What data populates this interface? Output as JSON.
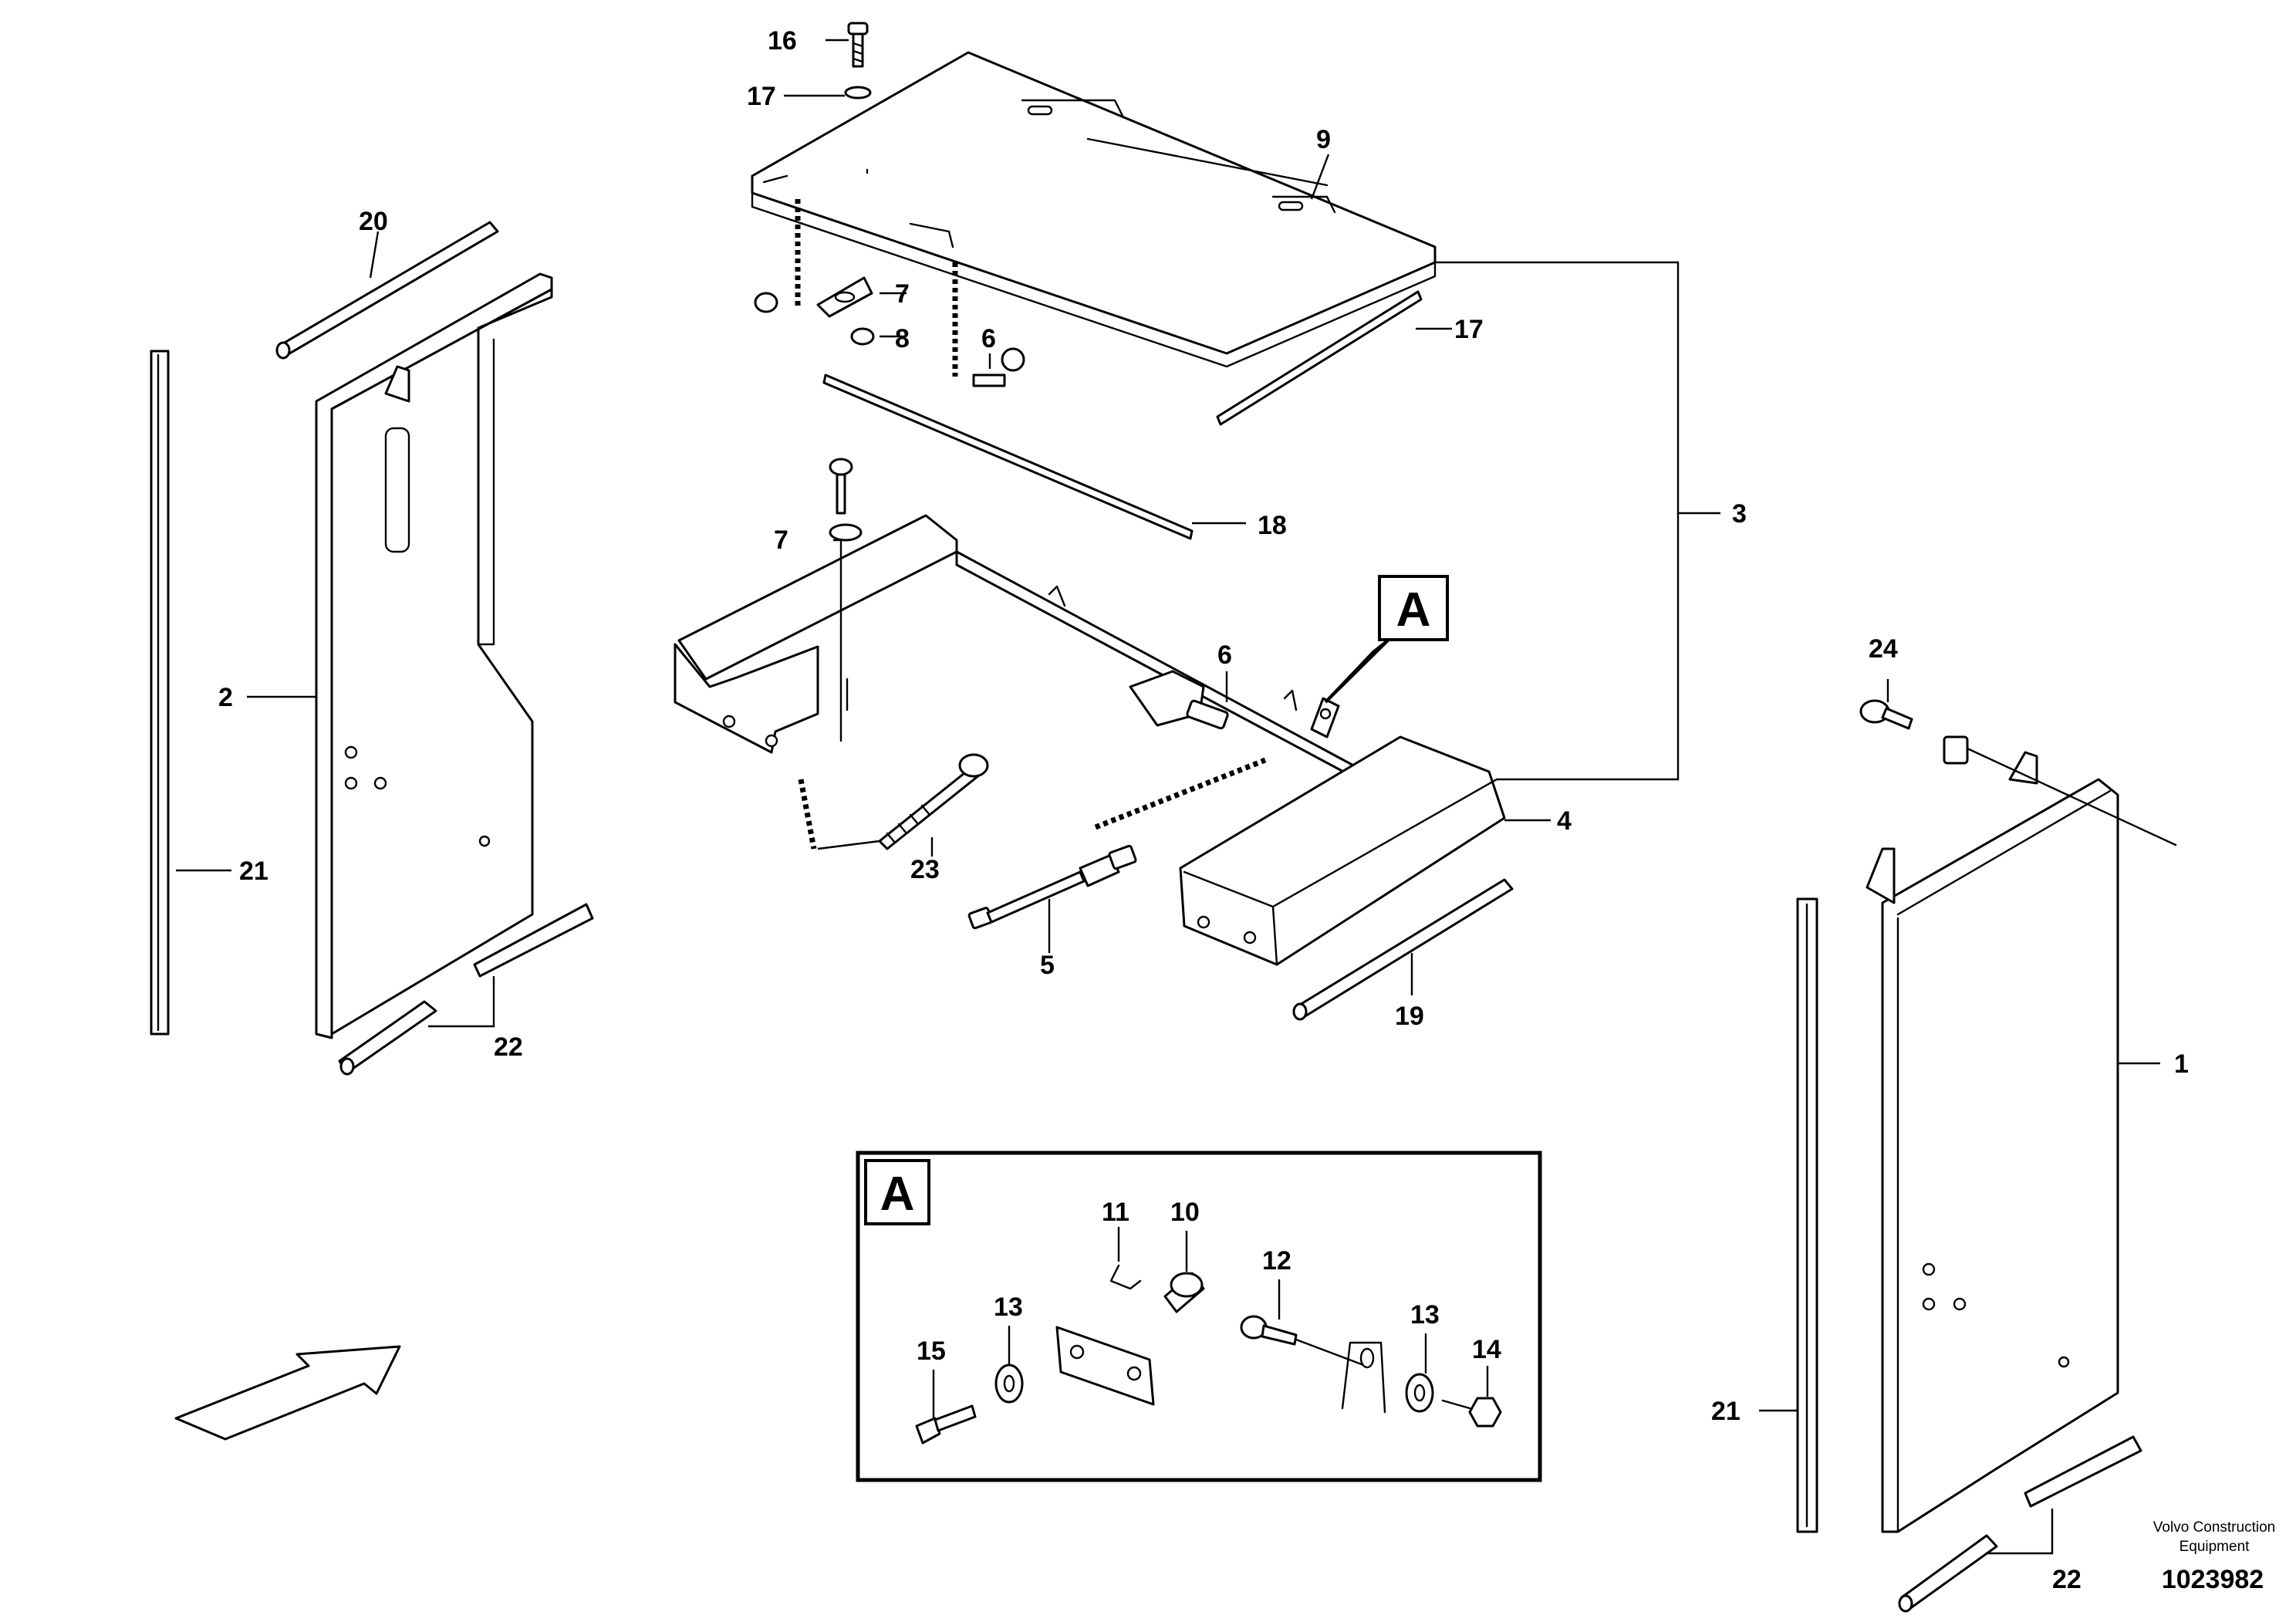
{
  "labels": {
    "l1": "1",
    "l2": "2",
    "l3": "3",
    "l4": "4",
    "l5": "5",
    "l6a": "6",
    "l6b": "6",
    "l7a": "7",
    "l7b": "7",
    "l8": "8",
    "l9": "9",
    "l10": "10",
    "l11": "11",
    "l12": "12",
    "l13a": "13",
    "l13b": "13",
    "l14": "14",
    "l15": "15",
    "l16": "16",
    "l17a": "17",
    "l17b": "17",
    "l18": "18",
    "l19": "19",
    "l20": "20",
    "l21a": "21",
    "l21b": "21",
    "l22a": "22",
    "l22b": "22",
    "l23": "23",
    "l24": "24"
  },
  "callout": {
    "main": "A",
    "detail": "A"
  },
  "footer": {
    "brand_line1": "Volvo Construction",
    "brand_line2": "Equipment",
    "doc_number": "1023982"
  }
}
